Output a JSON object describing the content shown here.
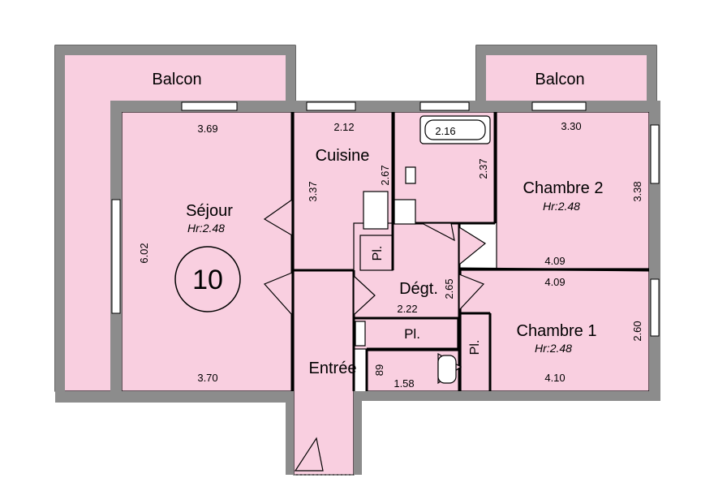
{
  "plan_number": "10",
  "rooms": {
    "balcon_left": "Balcon",
    "balcon_right": "Balcon",
    "sejour": "Séjour",
    "cuisine": "Cuisine",
    "chambre2": "Chambre 2",
    "chambre1": "Chambre 1",
    "degt": "Dégt.",
    "entree": "Entrée",
    "pl_kitchen": "Pl.",
    "pl_degt": "Pl.",
    "pl_chambre1": "Pl."
  },
  "heights": {
    "sejour": "Hr:2.48",
    "chambre2": "Hr:2.48",
    "chambre1": "Hr:2.48"
  },
  "dims": {
    "sejour_top": "3.69",
    "sejour_bottom": "3.70",
    "sejour_side": "6.02",
    "cuisine_top": "2.12",
    "cuisine_side_left": "3.37",
    "cuisine_side_right": "2.67",
    "bath_top": "2.16",
    "bath_side": "2.37",
    "chambre2_top": "3.30",
    "chambre2_side": "3.38",
    "chambre2_bottom": "4.09",
    "chambre1_top": "4.09",
    "chambre1_side": "2.60",
    "chambre1_bottom": "4.10",
    "degt_width": "2.22",
    "degt_side": "2.65",
    "wc_side": "89",
    "wc_bottom": "1.58"
  },
  "colors": {
    "room_fill": "#f9cfe0",
    "wall": "#8c8c8c",
    "line": "#000000"
  }
}
